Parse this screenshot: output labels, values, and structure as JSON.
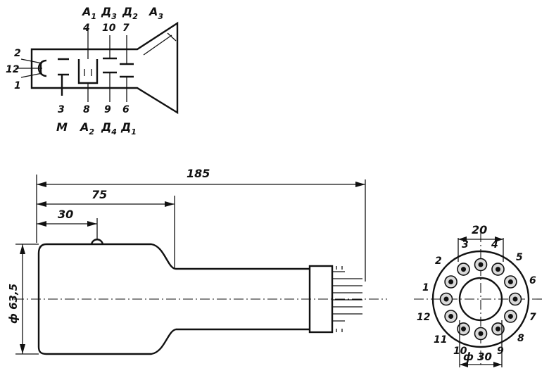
{
  "schematic": {
    "pins_left": [
      "2",
      "12",
      "1"
    ],
    "top_pins": [
      "4",
      "10",
      "7"
    ],
    "top_labels": [
      {
        "base": "A",
        "sub": "1"
      },
      {
        "base": "Д",
        "sub": "3"
      },
      {
        "base": "Д",
        "sub": "2"
      },
      {
        "base": "A",
        "sub": "3"
      }
    ],
    "bottom_pins": [
      "3",
      "8",
      "9",
      "6"
    ],
    "bottom_labels": [
      {
        "base": "M",
        "sub": ""
      },
      {
        "base": "A",
        "sub": "2"
      },
      {
        "base": "Д",
        "sub": "4"
      },
      {
        "base": "Д",
        "sub": "1"
      }
    ]
  },
  "dimensions": {
    "overall_length": "185",
    "to_neck": "75",
    "to_marker": "30",
    "screen_diameter": "ф 63,5"
  },
  "base_view": {
    "pin_spacing": "20",
    "inner_diameter": "ф 30",
    "pin_numbers": [
      "1",
      "2",
      "3",
      "4",
      "5",
      "6",
      "7",
      "8",
      "9",
      "10",
      "11",
      "12"
    ]
  },
  "footer": {
    "caption": ""
  }
}
